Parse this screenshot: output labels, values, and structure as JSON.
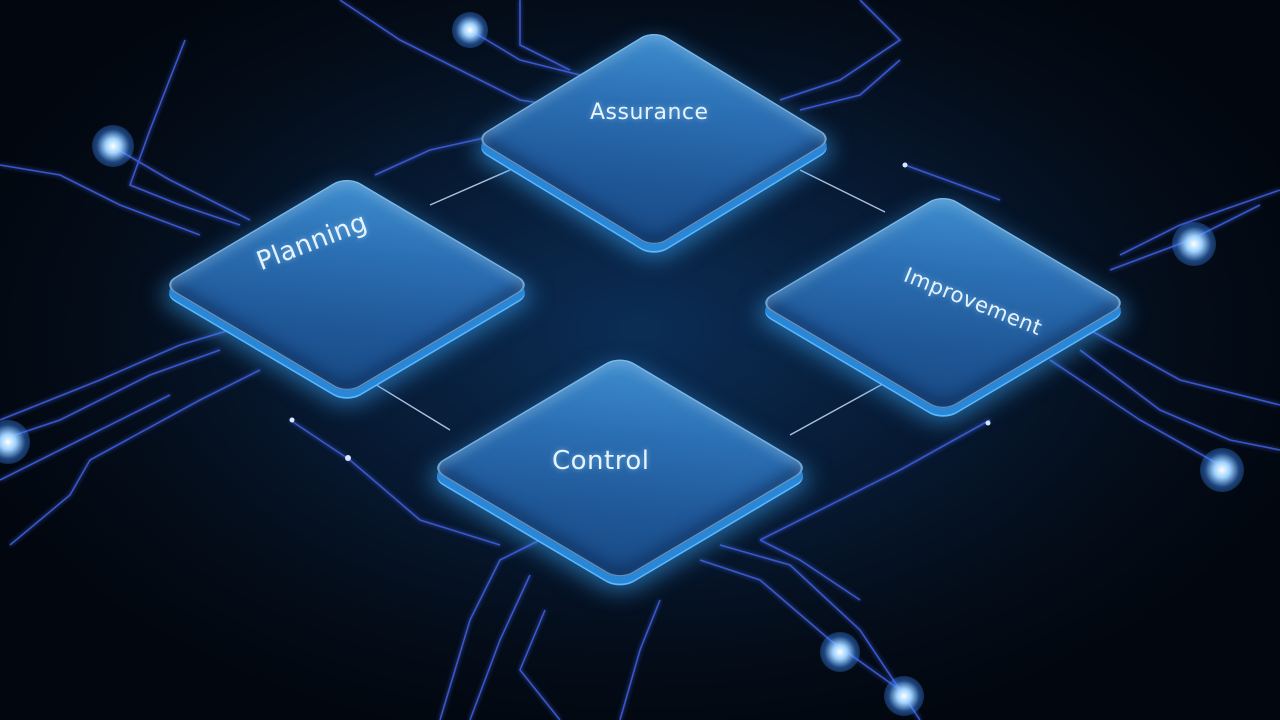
{
  "diagram": {
    "nodes": [
      {
        "id": "assurance",
        "label": "Assurance"
      },
      {
        "id": "planning",
        "label": "Planning"
      },
      {
        "id": "improvement",
        "label": "Improvement"
      },
      {
        "id": "control",
        "label": "Control"
      }
    ]
  },
  "colors": {
    "background": "#030a14",
    "tile": "#2b6fb3",
    "tile_edge": "#5ab8ff",
    "circuit_line": "#3f5fe0",
    "connector": "#c9dcff",
    "label": "#e6f3ff"
  }
}
